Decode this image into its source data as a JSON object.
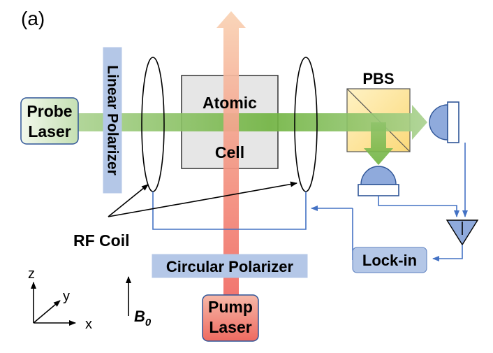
{
  "panel_label": "(a)",
  "components": {
    "probe_laser": {
      "line1": "Probe",
      "line2": "Laser"
    },
    "linear_polarizer": "Linear Polarizer",
    "atomic_cell": {
      "line1": "Atomic",
      "line2": "Cell"
    },
    "pbs": "PBS",
    "rf_coil": "RF Coil",
    "circular_polarizer": "Circular Polarizer",
    "pump_laser": {
      "line1": "Pump",
      "line2": "Laser"
    },
    "lock_in": "Lock-in"
  },
  "axes": {
    "x": "x",
    "y": "y",
    "z": "z"
  },
  "field": {
    "symbol": "B",
    "subscript": "0"
  },
  "colors": {
    "probe_beam": "#6fb33f",
    "pump_beam": "#f06a63",
    "pump_beam_top": "#f7c6a6",
    "label_box_blue": "#b4c7e7",
    "label_box_border": "#8faadc",
    "wire": "#4472c4",
    "detector": "#8faadc",
    "pbs_fill": "#fde9a8",
    "cell_fill": "#e6e6e6"
  }
}
